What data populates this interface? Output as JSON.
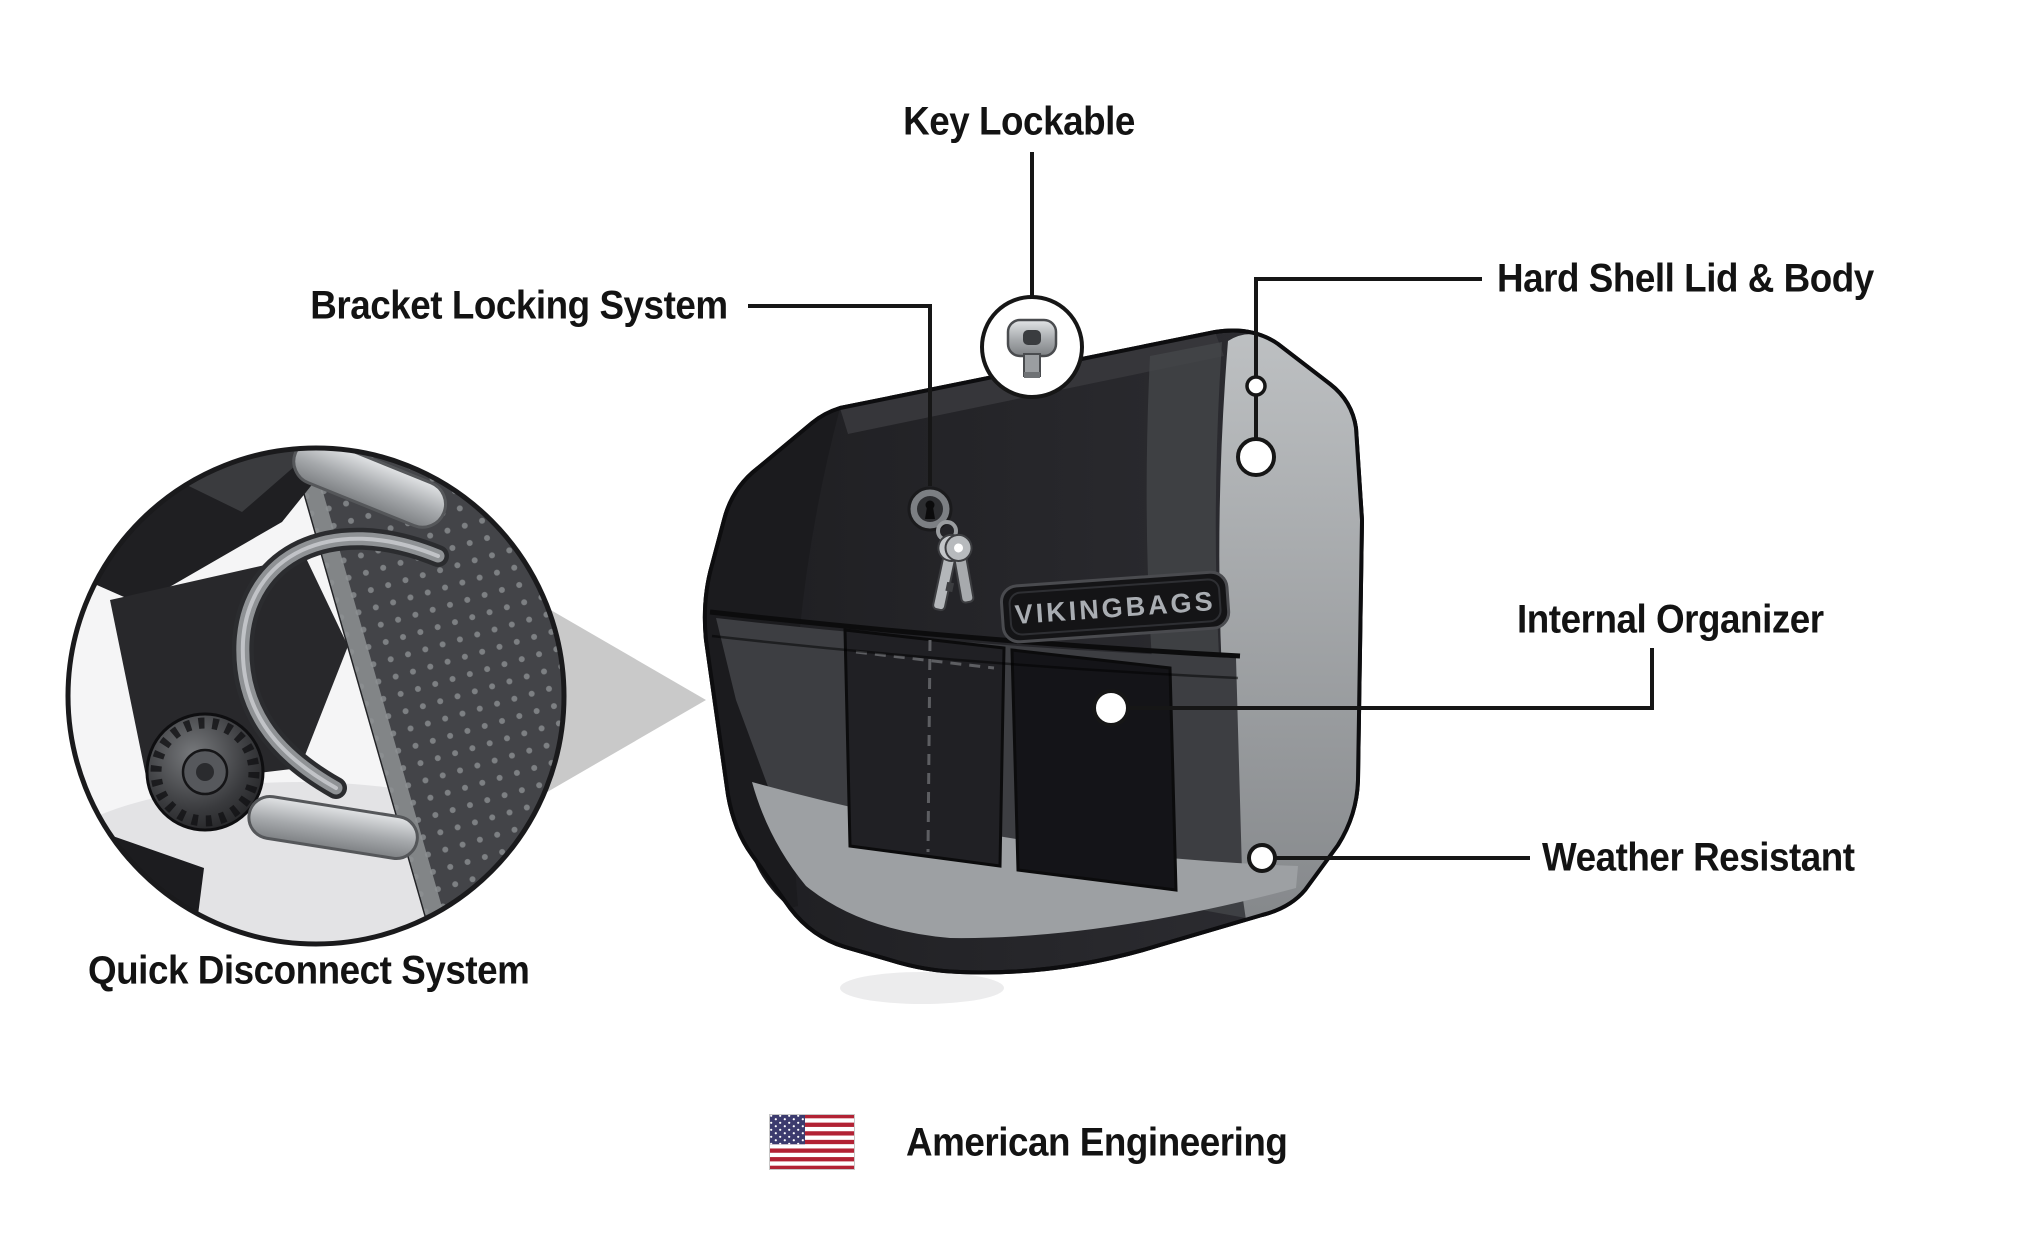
{
  "callouts": {
    "key_lockable": "Key Lockable",
    "bracket_locking_system": "Bracket Locking System",
    "hard_shell_lid_body": "Hard Shell Lid & Body",
    "internal_organizer": "Internal Organizer",
    "weather_resistant": "Weather Resistant",
    "quick_disconnect_system": "Quick Disconnect System"
  },
  "badge_text": "VIKINGBAGS",
  "footer_text": "American Engineering",
  "icons": {
    "key": "key-icon",
    "flag": "us-flag-icon"
  },
  "colors": {
    "callout_line": "#161616",
    "label_text": "#131313",
    "bag_dark": "#232327",
    "bag_smoke_lid": "#a3a6a9",
    "interior_floor": "#9da0a3",
    "pointer_triangle": "#c9c9c9",
    "flag_red": "#B22234",
    "flag_blue": "#3C3B6E"
  }
}
